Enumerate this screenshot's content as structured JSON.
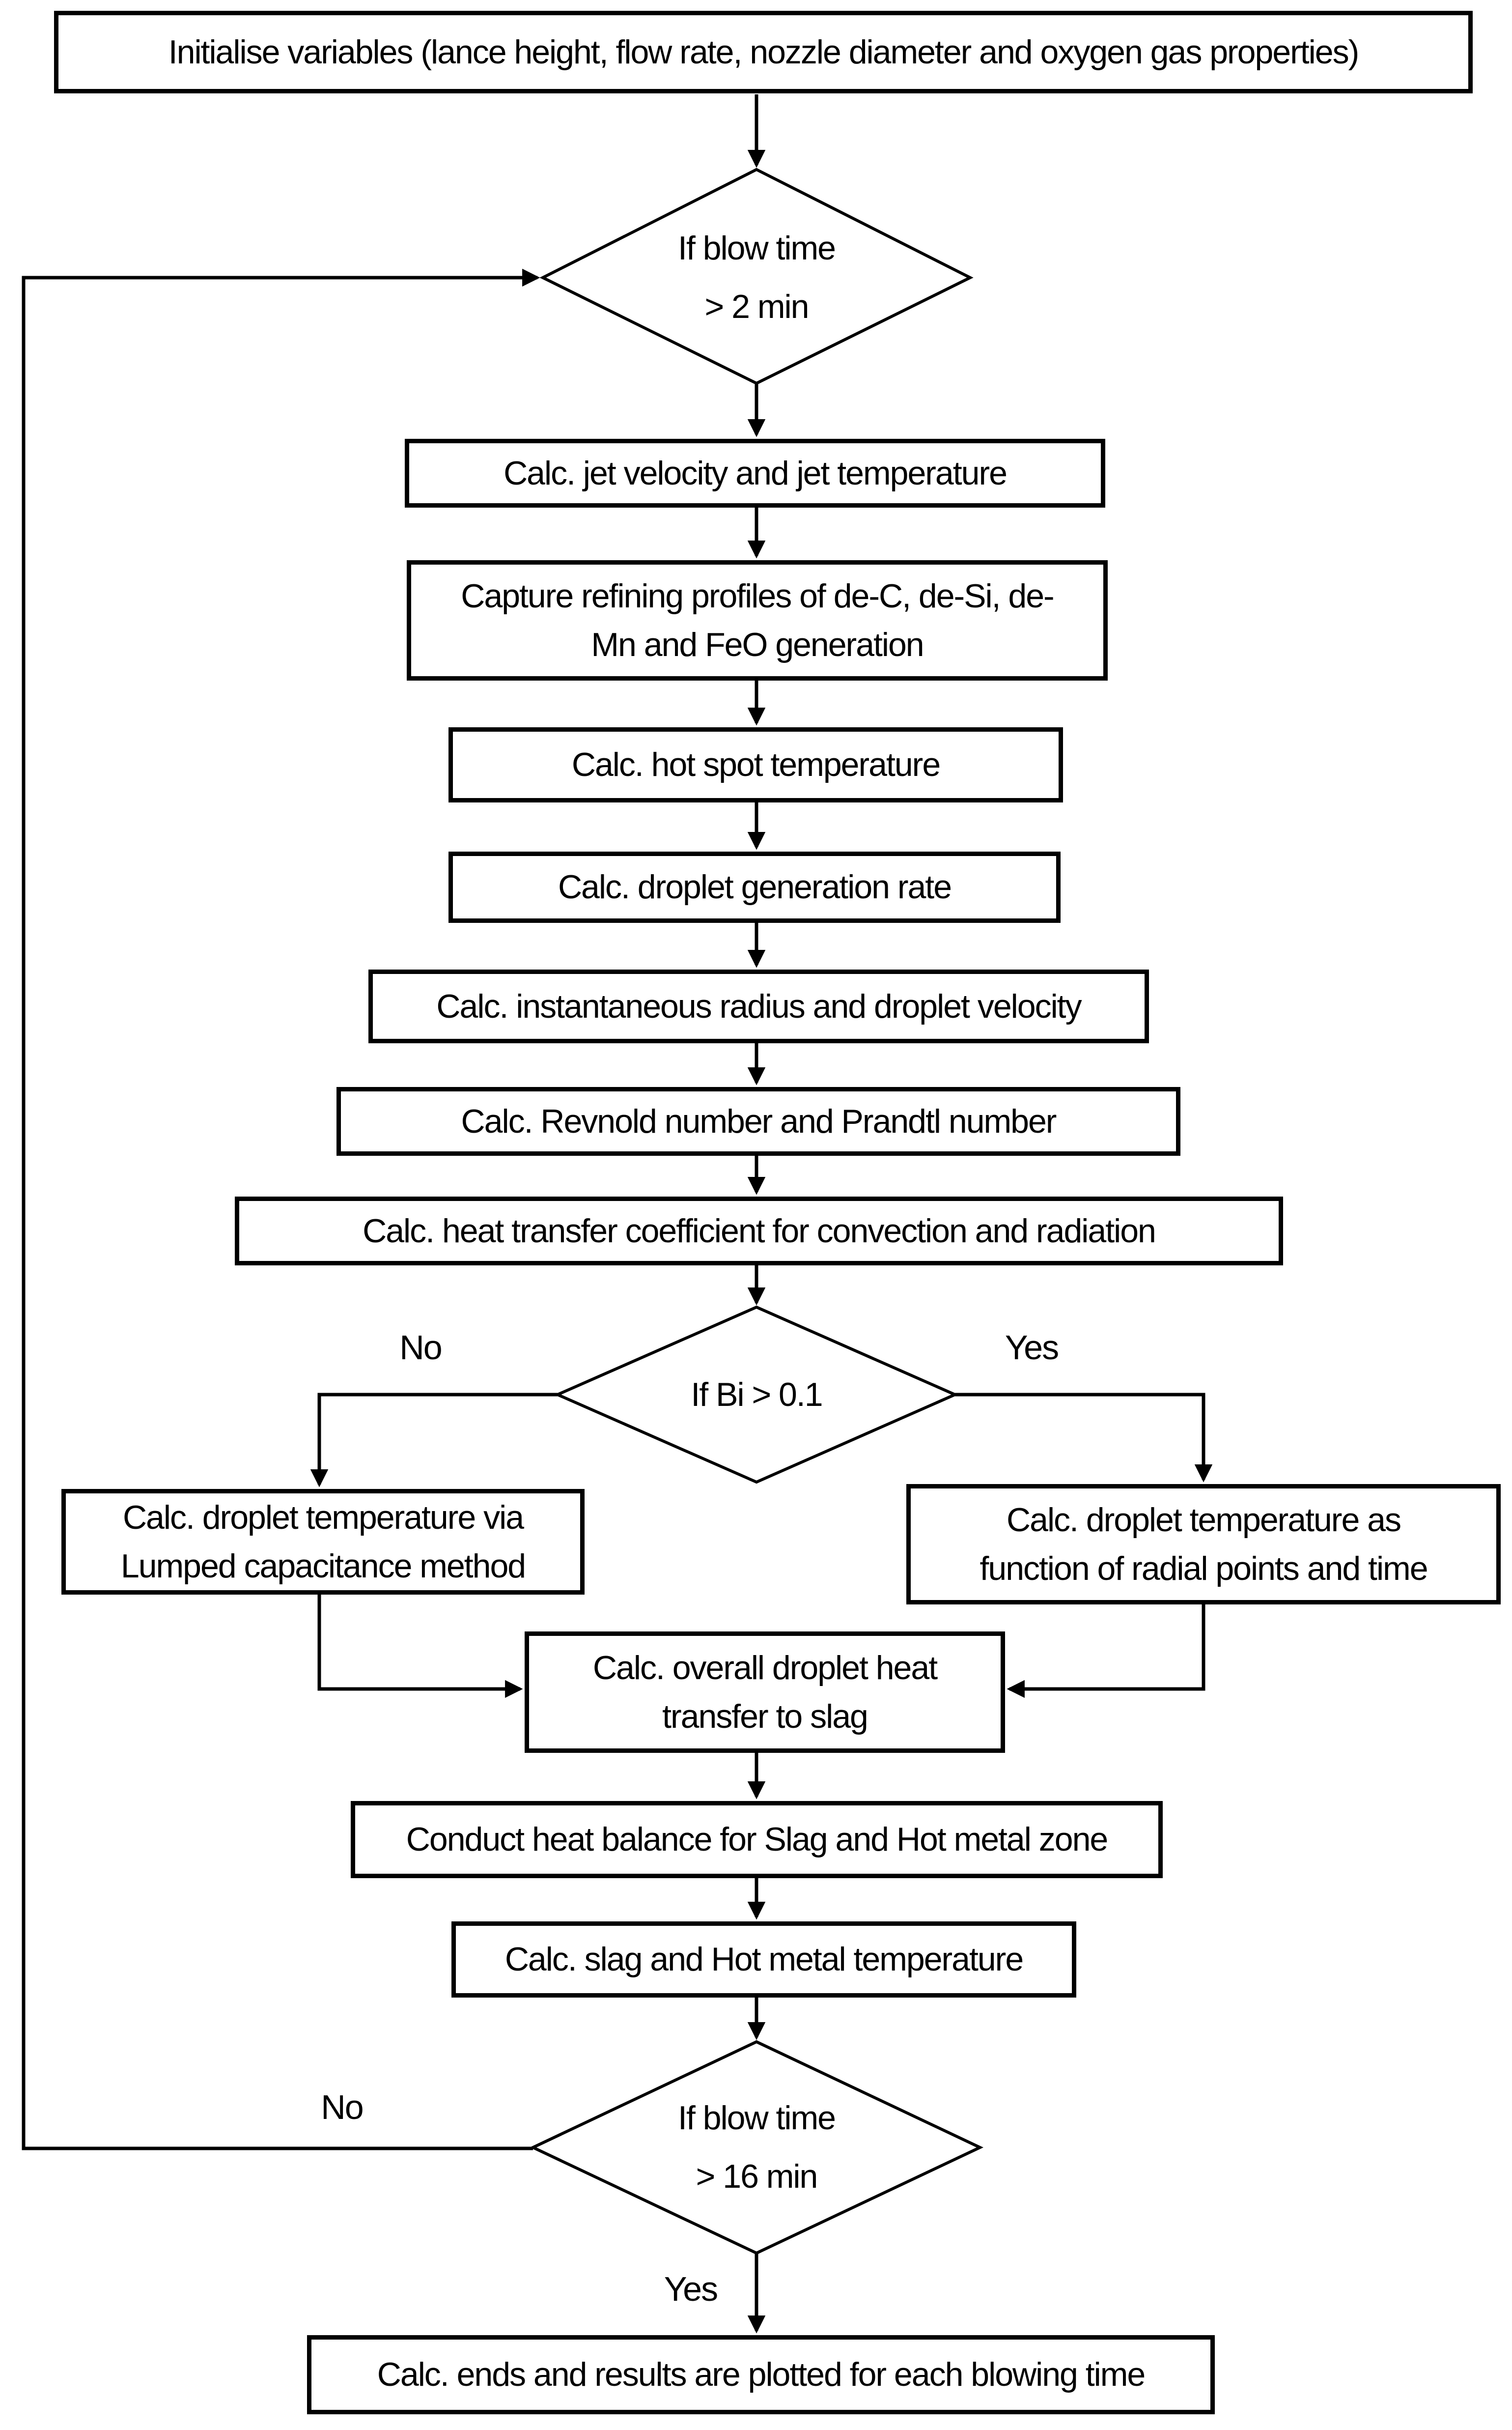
{
  "flowchart": {
    "nodes": {
      "start": {
        "lines": [
          "Initialise variables (lance height, flow rate, nozzle diameter and oxygen gas properties)"
        ]
      },
      "decision_blow_time_2": {
        "lines": [
          "If blow time",
          "> 2 min"
        ]
      },
      "jet_velocity": {
        "lines": [
          "Calc. jet velocity and jet temperature"
        ]
      },
      "refining_profiles": {
        "lines": [
          "Capture refining profiles of de-C, de-Si, de-",
          "Mn and FeO generation"
        ]
      },
      "hot_spot": {
        "lines": [
          "Calc.  hot spot temperature"
        ]
      },
      "droplet_generation": {
        "lines": [
          "Calc. droplet generation rate"
        ]
      },
      "instantaneous_radius": {
        "lines": [
          "Calc. instantaneous radius and droplet velocity"
        ]
      },
      "reynold_prandtl": {
        "lines": [
          "Calc. Revnold number and Prandtl number"
        ]
      },
      "heat_transfer_coefficient": {
        "lines": [
          "Calc. heat transfer coefficient for convection and radiation"
        ]
      },
      "decision_biot": {
        "lines": [
          "If Bi > 0.1"
        ]
      },
      "lumped_capacitance": {
        "lines": [
          "Calc. droplet temperature via",
          "Lumped capacitance method"
        ]
      },
      "radial_points": {
        "lines": [
          "Calc. droplet temperature as",
          "function of radial points and time"
        ]
      },
      "overall_heat_transfer": {
        "lines": [
          "Calc. overall droplet heat",
          "transfer to slag"
        ]
      },
      "heat_balance": {
        "lines": [
          "Conduct heat balance for Slag and Hot metal zone"
        ]
      },
      "slag_hot_metal_temperature": {
        "lines": [
          "Calc. slag and Hot metal temperature"
        ]
      },
      "decision_blow_time_16": {
        "lines": [
          "If blow time",
          "> 16 min"
        ]
      },
      "end": {
        "lines": [
          "Calc. ends and results are plotted for each blowing time"
        ]
      }
    },
    "branch_labels": {
      "biot_no": "No",
      "biot_yes": "Yes",
      "blow16_no": "No",
      "blow16_yes": "Yes"
    },
    "colors": {
      "line": "#000000",
      "background": "#ffffff"
    }
  }
}
